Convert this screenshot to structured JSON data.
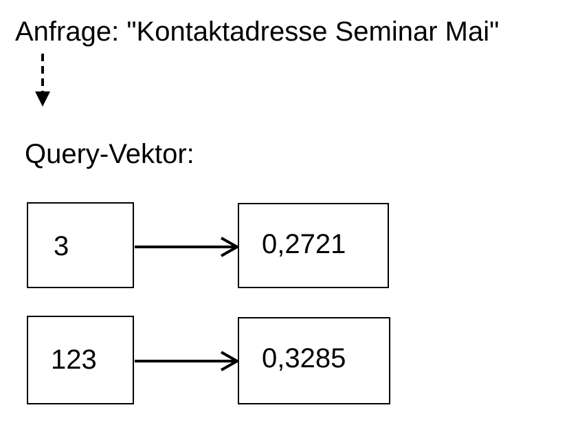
{
  "query": {
    "text": "Anfrage: \"Kontaktadresse Seminar Mai\""
  },
  "vector": {
    "heading": "Query-Vektor:",
    "entries": [
      {
        "term_id": "3",
        "weight": "0,2721"
      },
      {
        "term_id": "123",
        "weight": "0,3285"
      }
    ]
  },
  "colors": {
    "stroke": "#000000",
    "background": "#ffffff"
  }
}
